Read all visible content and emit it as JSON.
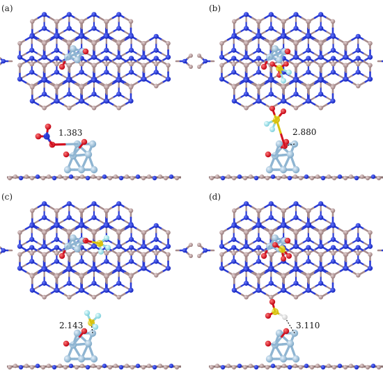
{
  "figure": {
    "panels": [
      {
        "label": "(a)",
        "distance": "1.383",
        "adsorbate": "NO3",
        "bonded": true
      },
      {
        "label": "(b)",
        "distance": "2.880",
        "adsorbate": "CF3SO3",
        "bonded": false
      },
      {
        "label": "(c)",
        "distance": "2.143",
        "adsorbate": "CF3S",
        "bonded": true
      },
      {
        "label": "(d)",
        "distance": "3.110",
        "adsorbate": "SO2-H",
        "bonded": false
      }
    ],
    "colors": {
      "carbon": "#b89a9a",
      "nitrogen": "#2233dd",
      "cluster": "#9fc3dd",
      "oxygen": "#e0111b",
      "sulfur": "#e8d51a",
      "fluorine": "#9fe0e8",
      "hydrogen": "#ffffff",
      "bond_dashed": "#111111"
    }
  }
}
